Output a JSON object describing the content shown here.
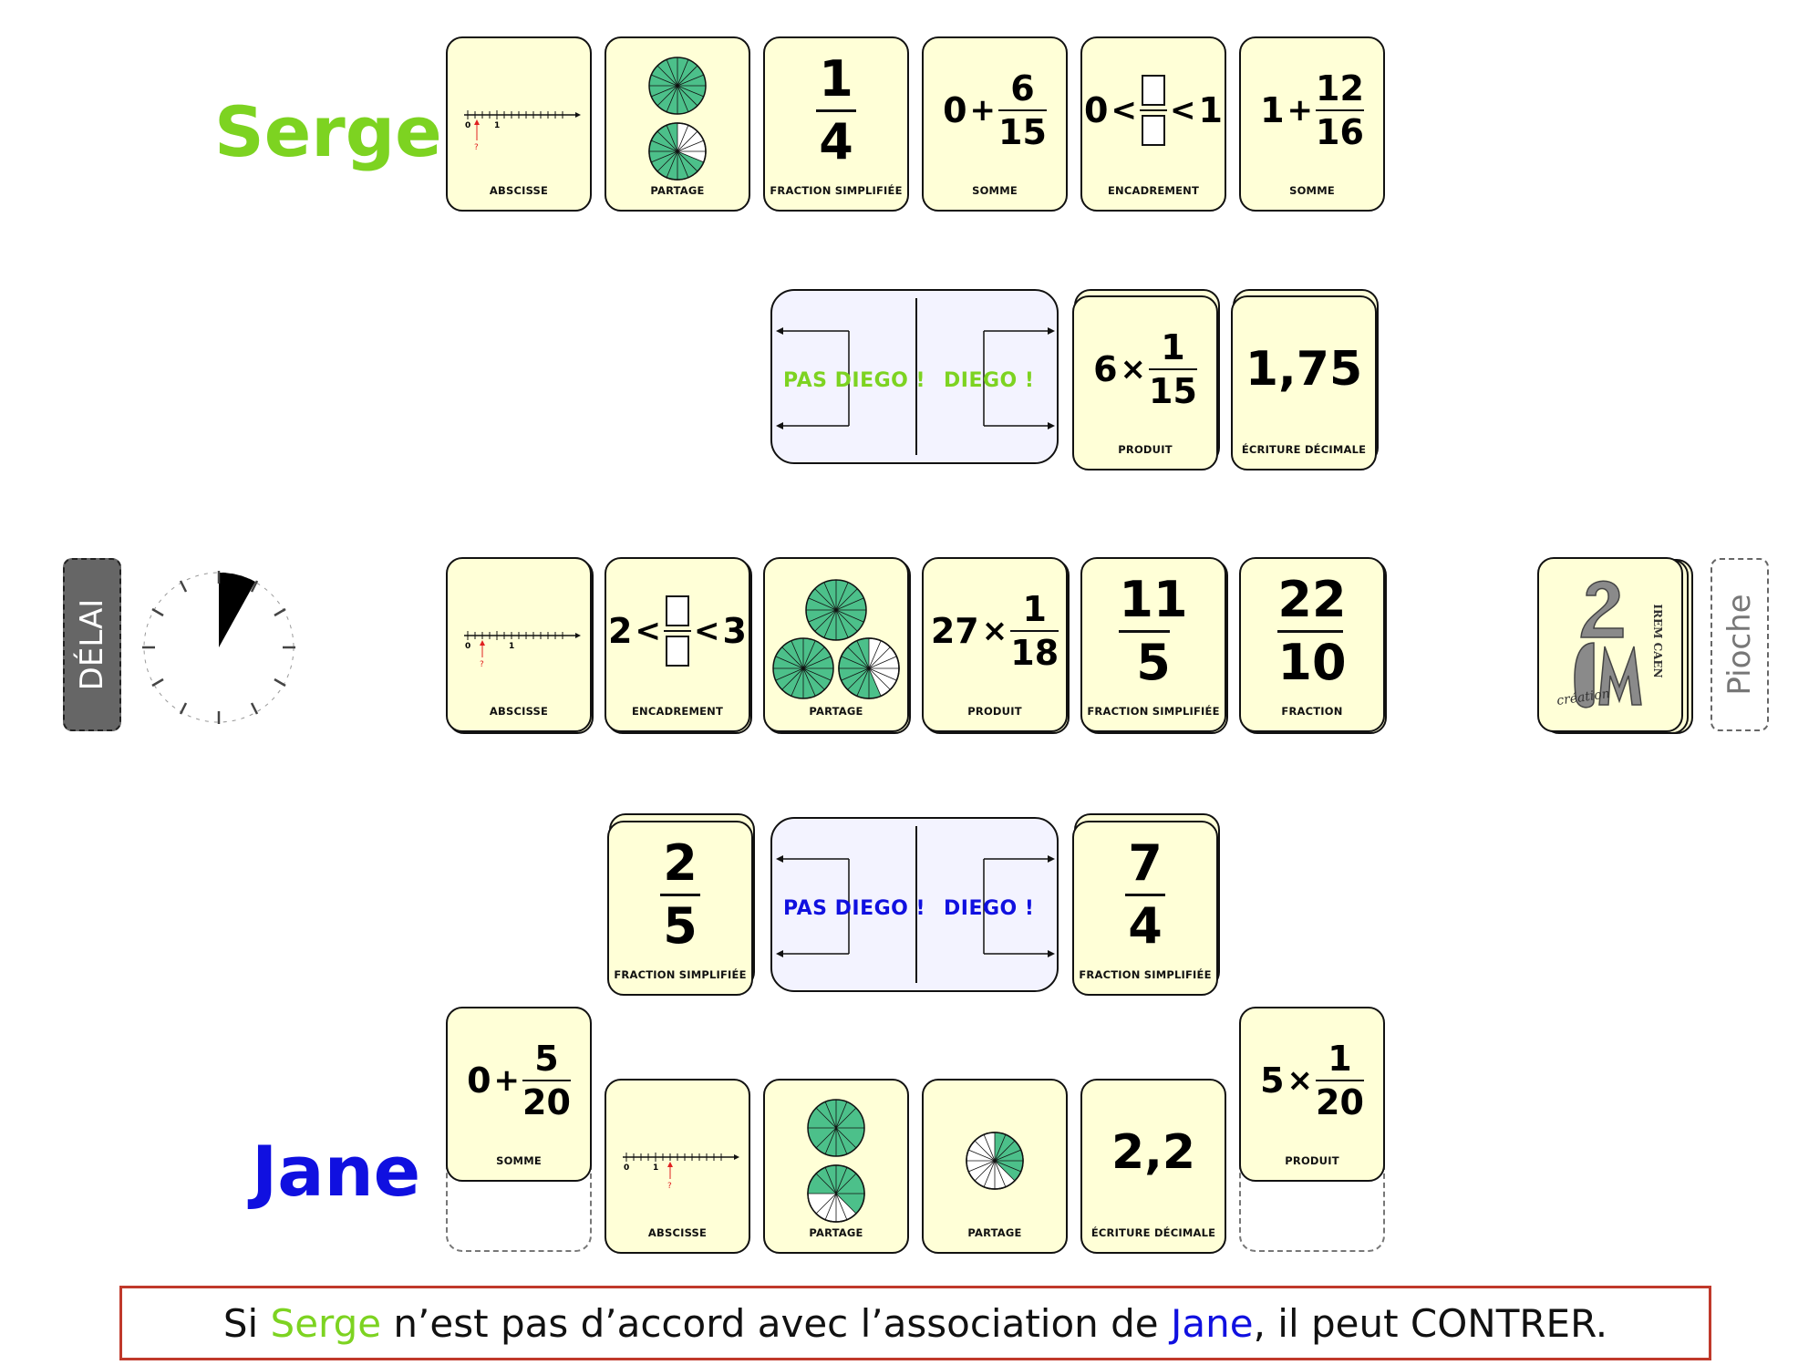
{
  "players": {
    "top": {
      "name": "Serge",
      "color": "#7dd321"
    },
    "bottom": {
      "name": "Jane",
      "color": "#1010e0"
    }
  },
  "serge_hand": [
    {
      "caption": "ABSCISSE",
      "type": "numberline",
      "labels": [
        "0",
        "1",
        "?"
      ]
    },
    {
      "caption": "PARTAGE",
      "type": "pies"
    },
    {
      "caption": "FRACTION SIMPLIFIÉE",
      "num": "1",
      "den": "4"
    },
    {
      "caption": "SOMME",
      "lead": "0",
      "op": "+",
      "num": "6",
      "den": "15"
    },
    {
      "caption": "ENCADREMENT",
      "left": "0",
      "lt1": "<",
      "lt2": "<",
      "right": "1"
    },
    {
      "caption": "SOMME",
      "lead": "1",
      "op": "+",
      "num": "12",
      "den": "16"
    }
  ],
  "serge_board": {
    "pas_diego": "PAS DIEGO !",
    "diego": "DIEGO !",
    "card1": {
      "caption": "PRODUIT",
      "lead": "6",
      "op": "×",
      "num": "1",
      "den": "15"
    },
    "card2": {
      "caption": "ÉCRITURE DÉCIMALE",
      "value": "1,75"
    }
  },
  "timer": {
    "label": "DÉLAI"
  },
  "center_row": [
    {
      "caption": "ABSCISSE",
      "type": "numberline",
      "labels": [
        "0",
        "1",
        "?"
      ]
    },
    {
      "caption": "ENCADREMENT",
      "left": "2",
      "lt1": "<",
      "lt2": "<",
      "right": "3"
    },
    {
      "caption": "PARTAGE",
      "type": "pies"
    },
    {
      "caption": "PRODUIT",
      "lead": "27",
      "op": "×",
      "num": "1",
      "den": "18"
    },
    {
      "caption": "FRACTION SIMPLIFIÉE",
      "num": "11",
      "den": "5"
    },
    {
      "caption": "FRACTION",
      "num": "22",
      "den": "10"
    }
  ],
  "deck": {
    "logo_text": [
      "IREM CAEN",
      "création"
    ],
    "pioche_label": "Pioche"
  },
  "jane_board": {
    "pas_diego": "PAS DIEGO !",
    "diego": "DIEGO !",
    "card1": {
      "caption": "FRACTION SIMPLIFIÉE",
      "num": "2",
      "den": "5"
    },
    "card2": {
      "caption": "FRACTION SIMPLIFIÉE",
      "num": "7",
      "den": "4"
    }
  },
  "jane_hand": [
    {
      "caption": "SOMME",
      "lead": "0",
      "op": "+",
      "num": "5",
      "den": "20"
    },
    {
      "caption": "ABSCISSE",
      "type": "numberline",
      "labels": [
        "0",
        "1",
        "?"
      ]
    },
    {
      "caption": "PARTAGE",
      "type": "pies"
    },
    {
      "caption": "PARTAGE",
      "type": "pies"
    },
    {
      "caption": "ÉCRITURE DÉCIMALE",
      "value": "2,2"
    },
    {
      "caption": "PRODUIT",
      "lead": "5",
      "op": "×",
      "num": "1",
      "den": "20"
    }
  ],
  "message": {
    "p1": "Si ",
    "serge": "Serge",
    "p2": " n’est pas d’accord avec l’association de ",
    "jane": "Jane",
    "p3": ", il peut CONTRER."
  },
  "colors": {
    "card_bg": "#ffffd7",
    "pie_green": "#4cc08a",
    "board_bg": "#f3f3ff"
  }
}
